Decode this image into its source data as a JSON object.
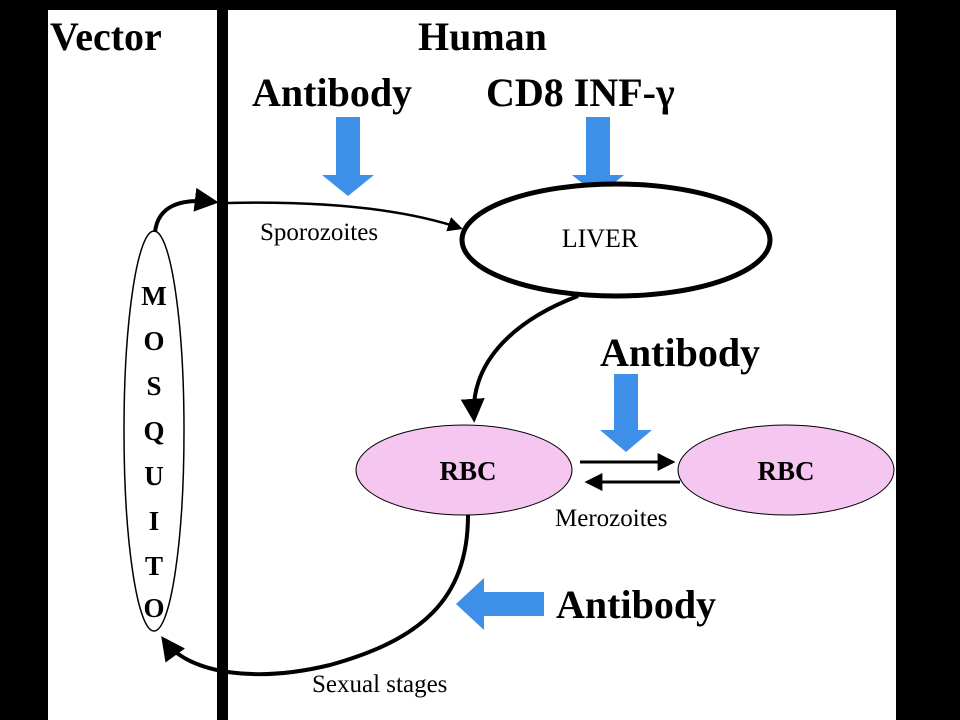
{
  "headers": {
    "vector": "Vector",
    "human": "Human"
  },
  "labels": {
    "antibody_1": "Antibody",
    "cd8": "CD8 INF-γ",
    "antibody_2": "Antibody",
    "antibody_3": "Antibody",
    "sporozoites": "Sporozoites",
    "merozoites": "Merozoites",
    "sexual_stages": "Sexual stages"
  },
  "nodes": {
    "liver": "LIVER",
    "rbc_left": "RBC",
    "rbc_right": "RBC",
    "mosquito_letters": [
      "M",
      "O",
      "S",
      "Q",
      "U",
      "I",
      "T",
      "O"
    ]
  },
  "colors": {
    "blue_arrow": "#3d8fe8",
    "rbc_fill": "#f5c6f0",
    "background": "#ffffff",
    "frame": "#000000"
  }
}
